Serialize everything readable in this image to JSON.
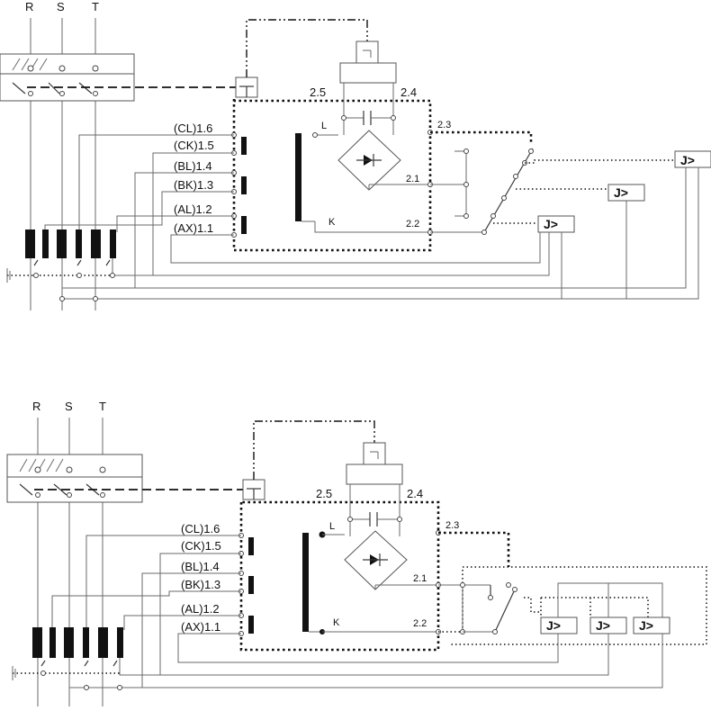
{
  "phases": [
    "R",
    "S",
    "T"
  ],
  "terminals": [
    "(CL)1.6",
    "(CK)1.5",
    "(BL)1.4",
    "(BK)1.3",
    "(AL)1.2",
    "(AX)1.1"
  ],
  "nodes": {
    "n25": "2.5",
    "n24": "2.4",
    "n23": "2.3",
    "n21": "2.1",
    "n22": "2.2",
    "L": "L",
    "K": "K"
  },
  "relay_label": "J>"
}
